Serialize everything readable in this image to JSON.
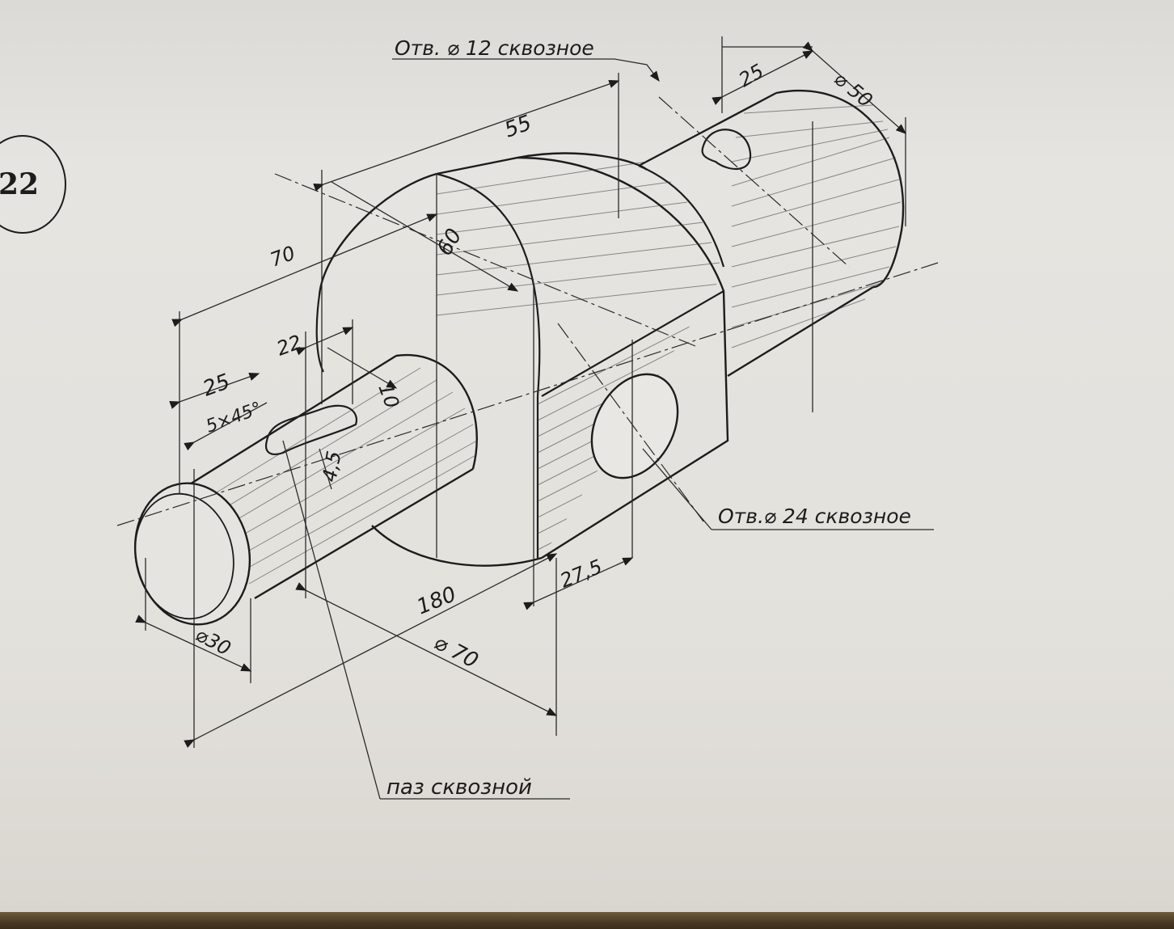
{
  "problem_number": "22",
  "labels": {
    "hole_12": "Отв. ⌀ 12 сквозное",
    "hole_24": "Отв.⌀ 24 сквозное",
    "slot": "паз сквозной"
  },
  "dimensions": {
    "d25_top": "25",
    "d50": "⌀ 50",
    "d55": "55",
    "d70": "70",
    "d60": "60",
    "d22": "22",
    "d25_left": "25",
    "chamfer": "5×45°",
    "d10": "10",
    "d4_5": "4,5",
    "d27_5": "27,5",
    "d180": "180",
    "d_phi70": "⌀ 70",
    "d_phi30": "⌀30"
  },
  "colors": {
    "paper": "#e4e2de",
    "ink": "#1c1c1c"
  }
}
